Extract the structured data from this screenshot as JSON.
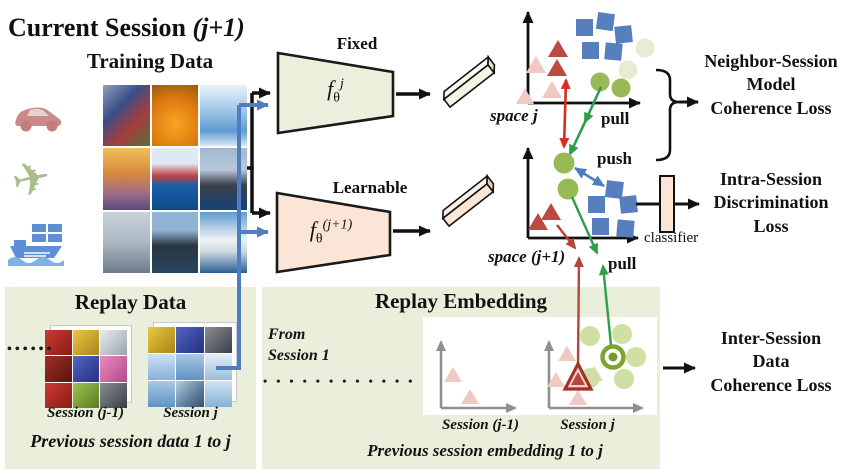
{
  "title": {
    "main": "Current Session ",
    "suffix": "(j+1)",
    "subtitle": "Training Data"
  },
  "encoders": {
    "fixed": {
      "label": "Fixed",
      "f_base": "f",
      "f_sub": "θ",
      "f_sup": "j"
    },
    "learnable": {
      "label": "Learnable",
      "f_base": "f",
      "f_sub": "θ",
      "f_sup": "(j+1)"
    }
  },
  "embedding_spaces": {
    "space_top_label": "space j",
    "space_bottom_label": "space (j+1)",
    "pull_label_top": "pull",
    "push_label": "push",
    "pull_label_bottom": "pull",
    "classifier_label": "classifier"
  },
  "losses": {
    "neighbor": {
      "line1": "Neighbor-Session",
      "line2": "Model",
      "line3": "Coherence Loss"
    },
    "intra": {
      "line1": "Intra-Session",
      "line2": "Discrimination",
      "line3": "Loss"
    },
    "inter": {
      "line1": "Inter-Session",
      "line2": "Data",
      "line3": "Coherence Loss"
    }
  },
  "replay_data": {
    "title": "Replay Data",
    "ellipsis": "••••••",
    "session_prev_label": "Session (j-1)",
    "session_j_label": "Session j",
    "caption": "Previous session data 1 to j"
  },
  "replay_embedding": {
    "title": "Replay Embedding",
    "from_line1": "From",
    "from_line2": "Session 1",
    "dots": "• • • • • • • • • • • •",
    "session_prev_label": "Session (j-1)",
    "session_j_label": "Session j",
    "caption": "Previous session embedding 1 to j"
  },
  "colors": {
    "panel_bg": "#e9efdb",
    "encoder_fixed_fill": "#eaf0dc",
    "encoder_learnable_fill": "#fbe5d6",
    "blue_square": "#5580bd",
    "red_triangle": "#bc4a42",
    "pink_triangle": "#f0c9c4",
    "green_circle": "#97ba57",
    "light_green_circle": "#e6edd2",
    "arrow_red": "#d92b1f",
    "arrow_green": "#2f9e4a",
    "arrow_blue": "#4d7fc0"
  }
}
